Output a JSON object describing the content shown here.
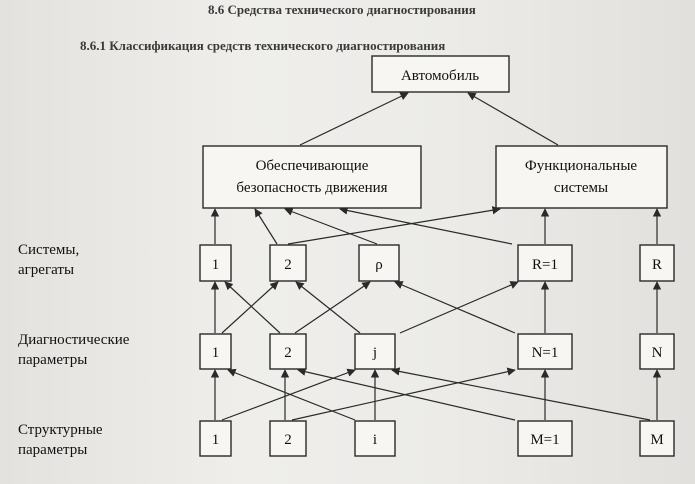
{
  "header": {
    "line1": "8.6 Средства технического диагностирования",
    "line2": "8.6.1 Классификация средств технического диагностирования"
  },
  "diagram": {
    "root": "Автомобиль",
    "groups": {
      "safety": [
        "Обеспечивающие",
        "безопасность движения"
      ],
      "functional": [
        "Функциональные",
        "системы"
      ]
    },
    "rows": {
      "systems": {
        "label": [
          "Системы,",
          "агрегаты"
        ],
        "nodes": [
          "1",
          "2",
          "ρ",
          "R=1",
          "R"
        ]
      },
      "diagnostic": {
        "label": [
          "Диагностические",
          "параметры"
        ],
        "nodes": [
          "1",
          "2",
          "j",
          "N=1",
          "N"
        ]
      },
      "structural": {
        "label": [
          "Структурные",
          "параметры"
        ],
        "nodes": [
          "1",
          "2",
          "i",
          "M=1",
          "M"
        ]
      }
    },
    "colors": {
      "line": "#2a2a2a",
      "box_fill": "#f7f6f3",
      "paper": "#e9e7e4"
    }
  }
}
